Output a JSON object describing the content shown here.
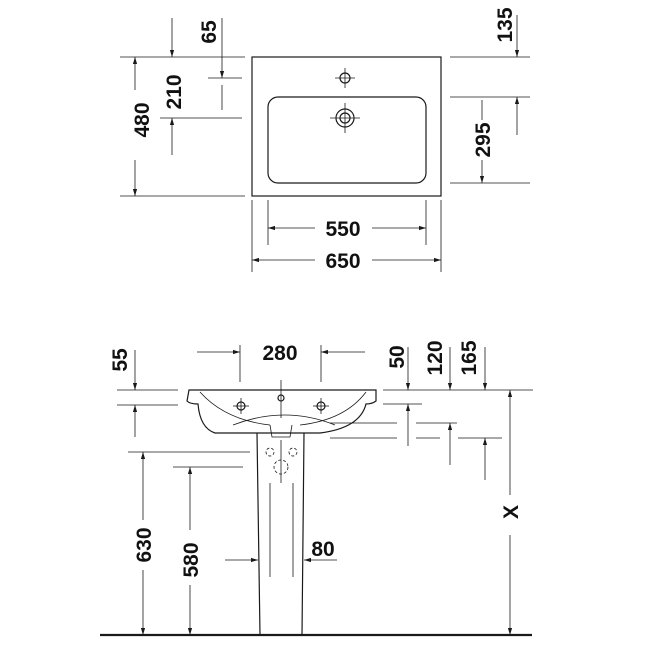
{
  "top_view": {
    "dims": {
      "depth": "480",
      "tap_offset": "65",
      "tap_to_drain": "210",
      "back_to_bowl": "135",
      "bowl_depth": "295",
      "bowl_width": "550",
      "overall_width": "650"
    }
  },
  "front_view": {
    "dims": {
      "rim_height": "55",
      "tap_spacing": "280",
      "d50": "50",
      "d120": "120",
      "d165": "165",
      "install_height": "X",
      "h630": "630",
      "h580": "580",
      "pedestal_width": "80"
    }
  },
  "colors": {
    "line": "#1a1a1a",
    "background": "#ffffff"
  }
}
